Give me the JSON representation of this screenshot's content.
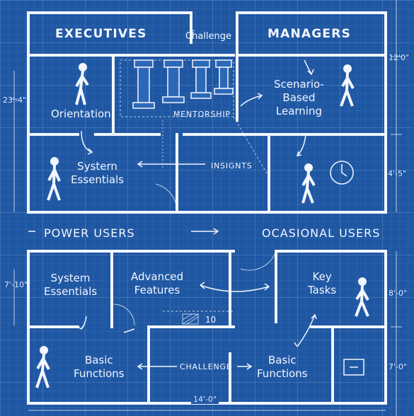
{
  "headers": {
    "executives": "EXECUTIVES",
    "managers": "MANAGERS",
    "power_users": "POWER USERS",
    "occasional_users": "OCASIONAL USERS"
  },
  "labels": {
    "challenge_top": "Cĥallenge",
    "orientation": "Orientation",
    "mentorship": "MENTORSHIP",
    "scenario": "Scenario-\nBased\nLearning",
    "system_essentials_top": "Systern\nEssentials",
    "insights": "INSIGNTS",
    "system_essentials_bottom": "System\nEssentials",
    "advanced_features": "Advanced\nFeatures",
    "key_tasks": "Key\nTasks",
    "basic_functions_left": "Basic\nFunctions",
    "challenge_bottom": "CHALLENGE",
    "basic_functions_right": "Basic\nFunctions",
    "room_number": "10"
  },
  "dimensions": {
    "d1": "12'0\"",
    "d2": "23'-4\"",
    "d3": "4'-5\"",
    "d4": "7'-10\"",
    "d5": "8'-0\"",
    "d6": "7'-0\"",
    "d7": "14'-0\""
  },
  "colors": {
    "background": "#1f57a3",
    "line": "#f2f6ff"
  },
  "icons": [
    "person-icon",
    "clock-icon",
    "columns-icon",
    "door-icon",
    "panel-icon"
  ]
}
